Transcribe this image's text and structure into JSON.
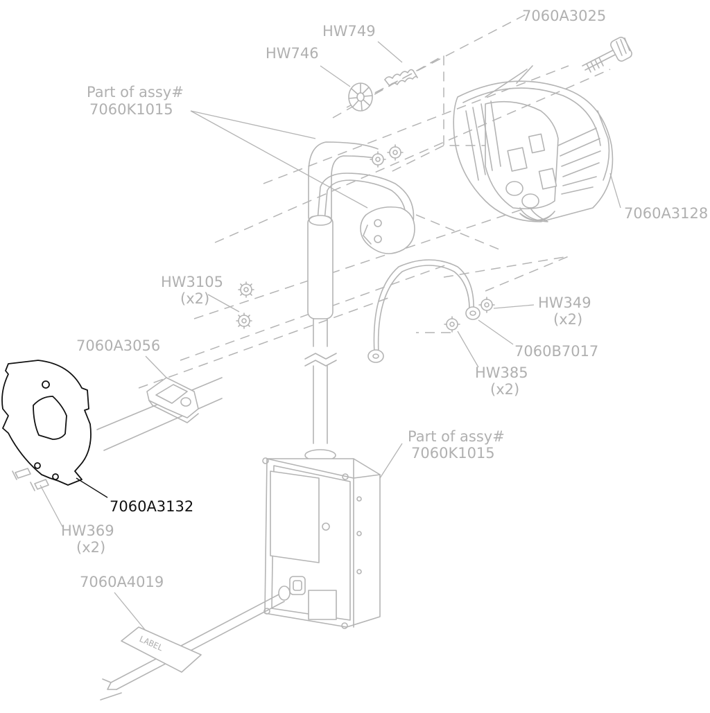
{
  "labels": {
    "hw749": "HW749",
    "hw746": "HW746",
    "p7060a3025": "7060A3025",
    "assy_top_line1": "Part of assy#",
    "assy_top_line2": "7060K1015",
    "p7060a3128": "7060A3128",
    "hw3105_line1": "HW3105",
    "hw3105_line2": "(x2)",
    "hw349_line1": "HW349",
    "hw349_line2": "(x2)",
    "p7060b7017": "7060B7017",
    "hw385_line1": "HW385",
    "hw385_line2": "(x2)",
    "p7060a3056": "7060A3056",
    "assy_mid_line1": "Part of assy#",
    "assy_mid_line2": "7060K1015",
    "p7060a3132": "7060A3132",
    "hw369_line1": "HW369",
    "hw369_line2": "(x2)",
    "p7060a4019": "7060A4019",
    "label_tag": "LABEL"
  },
  "colors": {
    "dimmed_part": "#b4b4b4",
    "highlighted_part": "#111111"
  },
  "highlighted_part": "7060A3132"
}
